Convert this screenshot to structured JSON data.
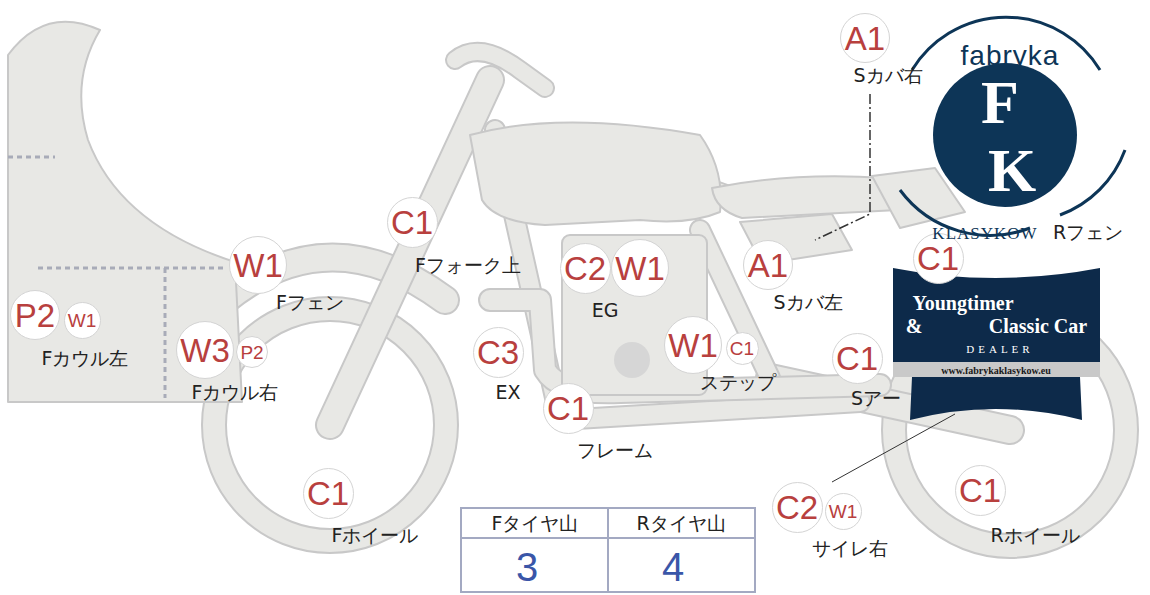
{
  "diagram": {
    "nodes": [
      {
        "text": [
          "A1"
        ]
      },
      {
        "text": [
          "C1"
        ]
      },
      {
        "text": [
          "C1"
        ]
      },
      {
        "text": [
          "W1"
        ]
      },
      {
        "text": [
          "C2"
        ]
      },
      {
        "text": [
          "W1"
        ]
      },
      {
        "text": [
          "A1"
        ]
      },
      {
        "text": [
          "P2"
        ]
      },
      {
        "text": [
          "W1"
        ]
      },
      {
        "text": [
          "W3"
        ]
      },
      {
        "text": [
          "P2"
        ]
      },
      {
        "text": [
          "C3"
        ]
      },
      {
        "text": [
          "W1"
        ]
      },
      {
        "text": [
          "C1"
        ]
      },
      {
        "text": [
          "C1"
        ]
      },
      {
        "text": [
          "C1"
        ]
      },
      {
        "text": [
          "C1"
        ]
      },
      {
        "text": [
          "C2"
        ]
      },
      {
        "text": [
          "W1"
        ]
      },
      {
        "text": [
          "C1"
        ]
      }
    ],
    "edges": [],
    "labels": [
      "Sカバ右",
      "Rフェン",
      "Fフォーク上",
      "Fフェン",
      "EG",
      "Sカバ左",
      "Fカウル左",
      "Fカウル右",
      "EX",
      "ステップ",
      "Sアー",
      "フレーム",
      "Fホイール",
      "サイレ右",
      "Rホイール",
      "Fタイヤ山",
      "Rタイヤ山",
      "3",
      "4",
      "fabryka",
      "F",
      "K",
      "KLASYKOW",
      "Youngtimer",
      "&",
      "Classic Car",
      "DEALER",
      "www.fabrykaklasykow.eu"
    ]
  }
}
